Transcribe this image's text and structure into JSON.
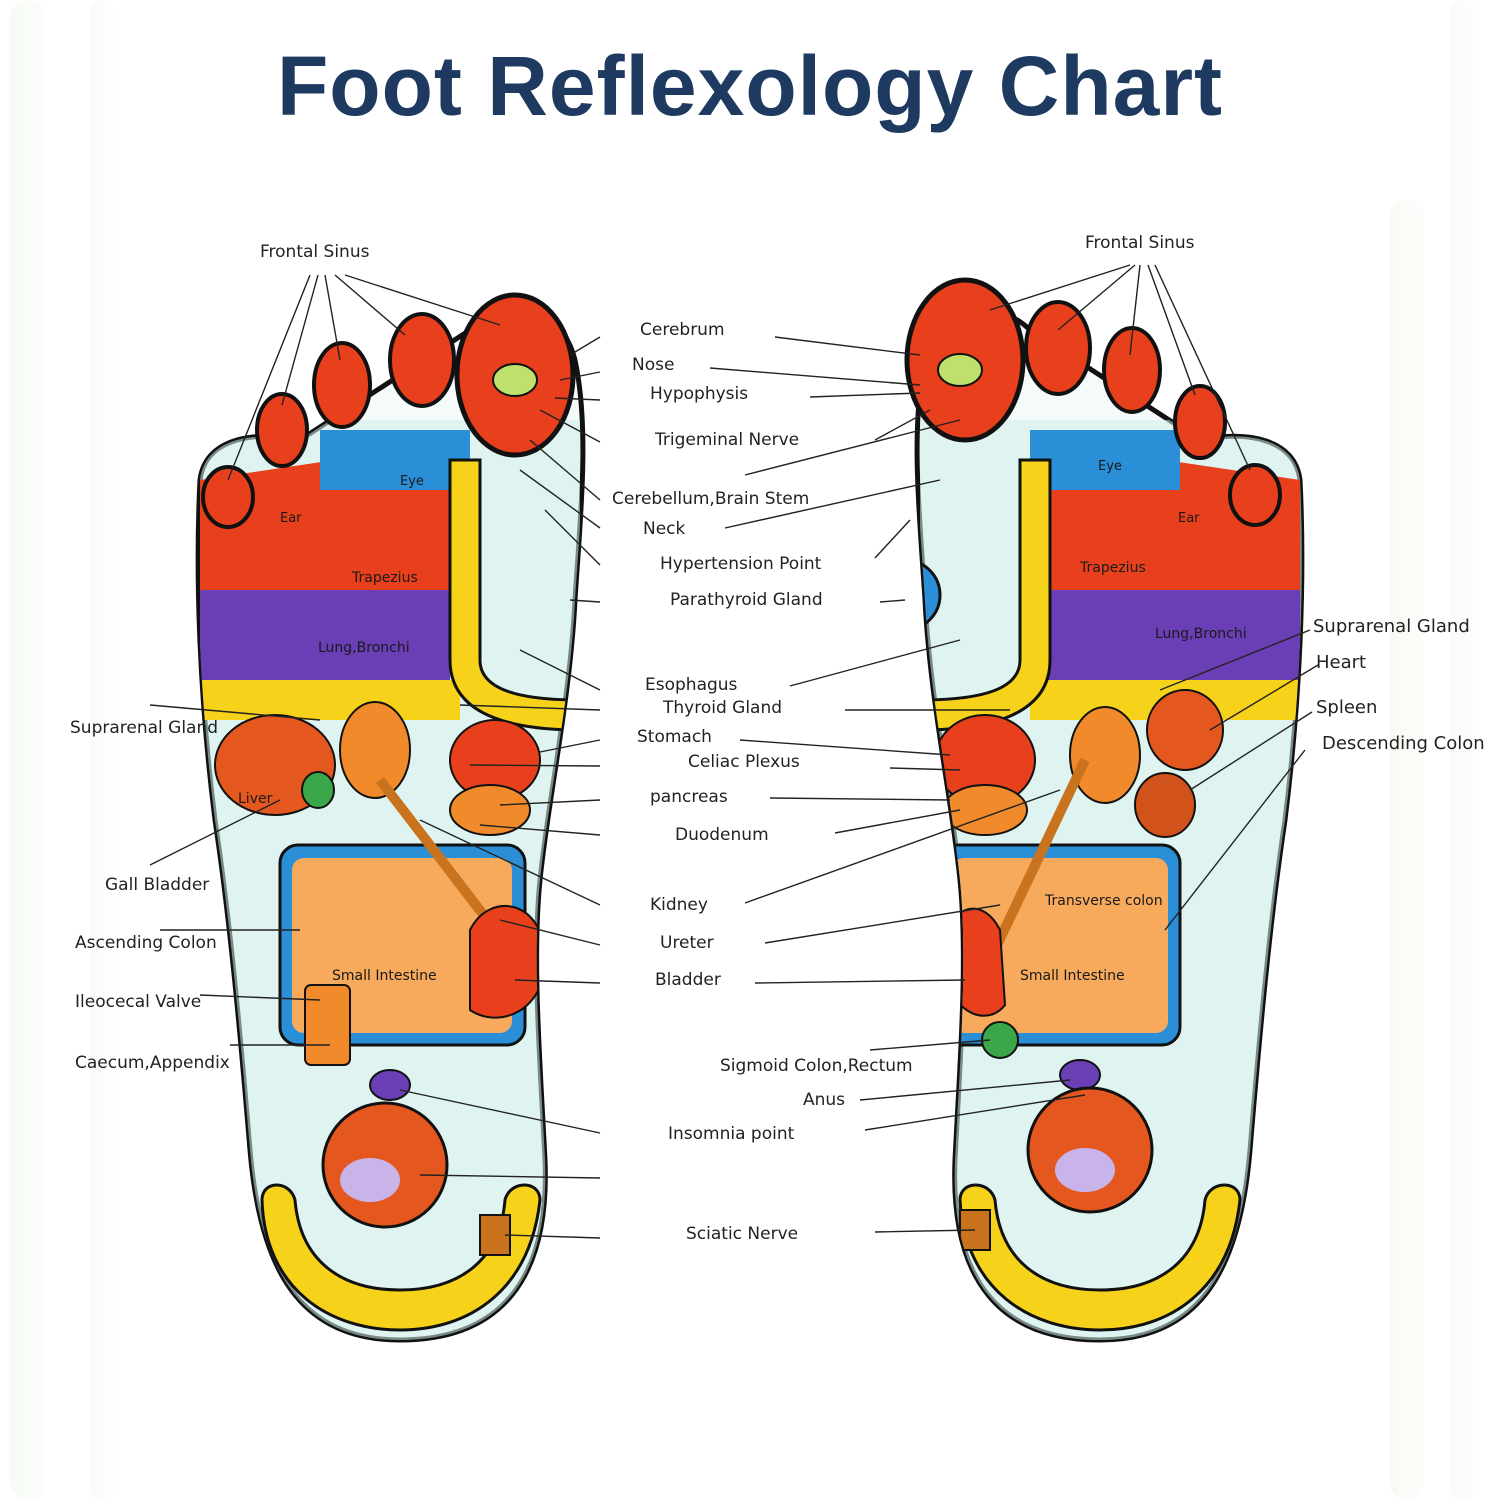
{
  "title": "Foot Reflexology Chart",
  "labels": {
    "frontal_sinus_left": "Frontal Sinus",
    "frontal_sinus_right": "Frontal Sinus",
    "cerebrum": "Cerebrum",
    "nose": "Nose",
    "hypophysis": "Hypophysis",
    "trigeminal_nerve": "Trigeminal Nerve",
    "cerebellum": "Cerebellum,Brain Stem",
    "neck": "Neck",
    "hypertension_point": "Hypertension Point",
    "parathyroid_gland": "Parathyroid  Gland",
    "esophagus": "Esophagus",
    "thyroid_gland": "Thyroid Gland",
    "stomach": "Stomach",
    "celiac_plexus": "Celiac Plexus",
    "pancreas": "pancreas",
    "duodenum": "Duodenum",
    "kidney": "Kidney",
    "ureter": "Ureter",
    "bladder": "Bladder",
    "sigmoid_colon": "Sigmoid Colon,Rectum",
    "anus": "Anus",
    "insomnia_point": "Insomnia   point",
    "sciatic_nerve": "Sciatic   Nerve",
    "suprarenal_gland_left": "Suprarenal Gland",
    "gall_bladder": "Gall Bladder",
    "ascending_colon": "Ascending Colon",
    "ileocecal_valve": "Ileocecal Valve",
    "caecum": "Caecum,Appendix",
    "suprarenal_gland_right": "Suprarenal Gland",
    "heart": "Heart",
    "spleen": "Spleen",
    "descending_colon": "Descending Colon"
  },
  "foot_labels": {
    "eye_left": "Eye",
    "ear_left": "Ear",
    "trapezius_left": "Trapezius",
    "lung_left": "Lung,Bronchi",
    "liver": "Liver",
    "small_intestine_left": "Small Intestine",
    "eye_right": "Eye",
    "ear_right": "Ear",
    "trapezius_right": "Trapezius",
    "lung_right": "Lung,Bronchi",
    "transverse_colon": "Transverse colon",
    "small_intestine_right": "Small Intestine"
  },
  "colors": {
    "title": "#1f3a60",
    "outline": "#111111",
    "red": "#e8401c",
    "orange": "#f08a2a",
    "yellow": "#f7d21a",
    "blue": "#2a8fd6",
    "purple": "#6a3fb5",
    "green": "#3aa84a",
    "teal": "#7fc9c0",
    "intestine": "#f7a95c",
    "bladder": "#c9731f"
  }
}
